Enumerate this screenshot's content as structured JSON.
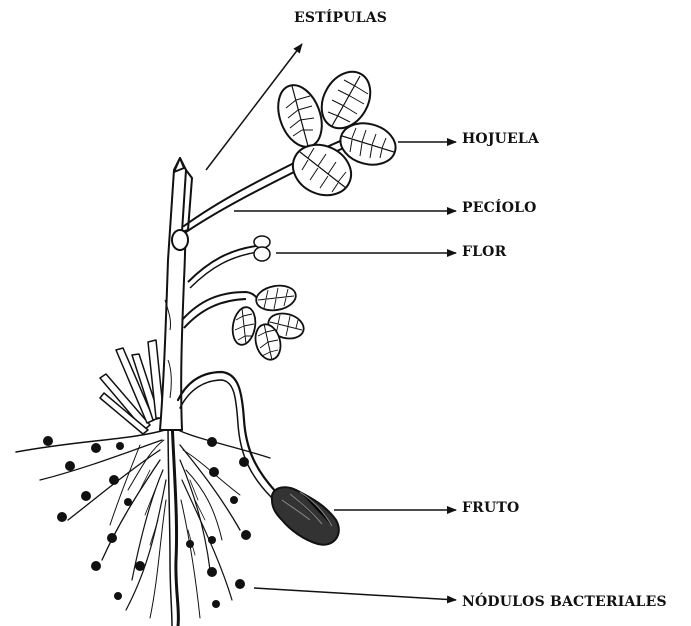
{
  "labels": {
    "estipulas": "ESTÍPULAS",
    "hojuela": "HOJUELA",
    "peciolo": "PECÍOLO",
    "flor": "FLOR",
    "fruto": "FRUTO",
    "nodulos": "NÓDULOS BACTERIALES"
  },
  "colors": {
    "ink": "#111111",
    "background": "#ffffff"
  }
}
